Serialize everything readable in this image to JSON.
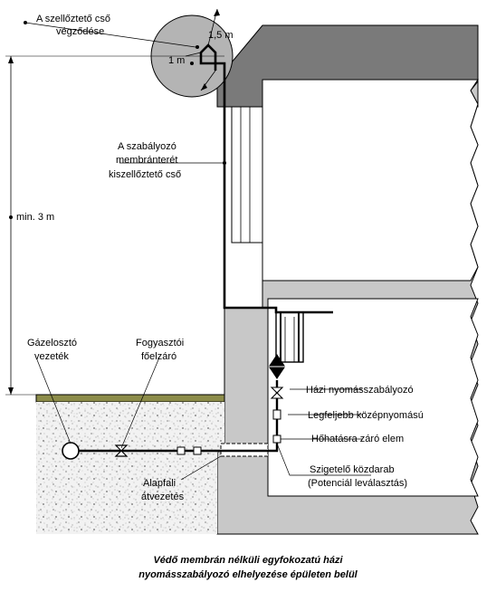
{
  "labels": {
    "vent_end_1": "A szellőztető cső",
    "vent_end_2": "végződése",
    "dim_15": "1,5 m",
    "dim_1": "1 m",
    "reg_vent_1": "A szabályozó",
    "reg_vent_2": "membránterét",
    "reg_vent_3": "kiszellőztető cső",
    "min3": "min. 3 m",
    "gas_dist_1": "Gázelosztó",
    "gas_dist_2": "vezeték",
    "consumer_1": "Fogyasztói",
    "consumer_2": "főelzáró",
    "house_reg": "Házi nyomásszabályozó",
    "highest": "Legfeljebb középnyomású",
    "heat_valve": "Hőhatásra záró elem",
    "insul_1": "Szigetelő közdarab",
    "insul_2": "(Potenciál leválasztás)",
    "wall_pass_1": "Alapfali",
    "wall_pass_2": "átvezetés"
  },
  "caption": {
    "line1": "Védő membrán nélküli egyfokozatú házi",
    "line2": "nyomásszabályozó elhelyezése épületen belül"
  },
  "colors": {
    "wall": "#c8c8c8",
    "roof": "#7a7a7a",
    "ground": "#8c8c4a",
    "soil": "#e6e6e6",
    "circle": "#b4b4b4",
    "pipe": "#000000"
  }
}
